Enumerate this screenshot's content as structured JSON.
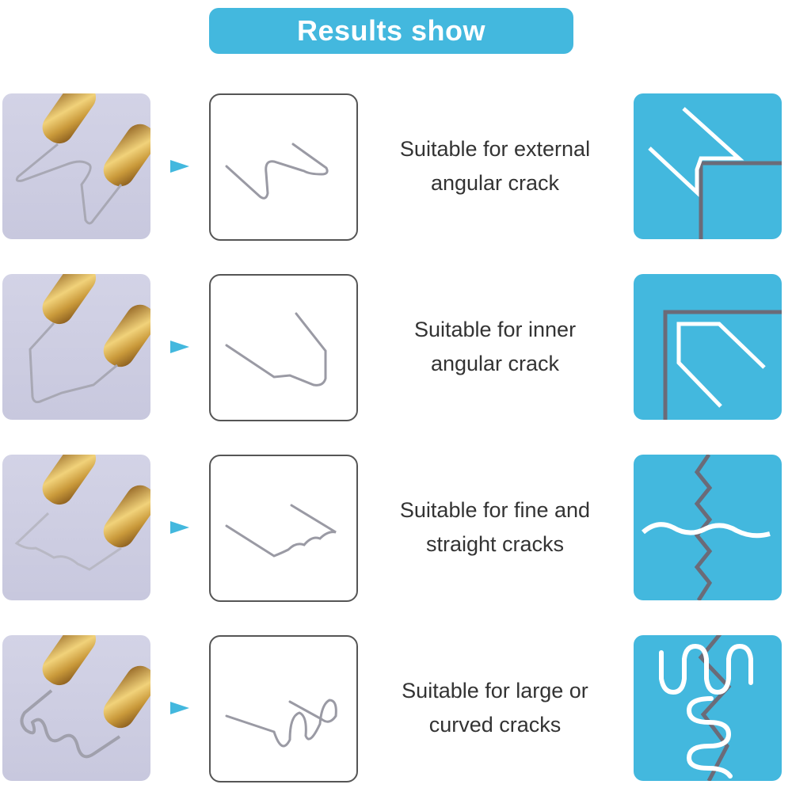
{
  "banner": {
    "title": "Results show",
    "color": "#43b8de"
  },
  "rows": [
    {
      "description_line1": "Suitable for external",
      "description_line2": "angular crack",
      "clip_type": "wave-clip",
      "crack_icon": "external-angular-crack-icon"
    },
    {
      "description_line1": "Suitable for inner",
      "description_line2": "angular crack",
      "clip_type": "v-clip",
      "crack_icon": "inner-angular-crack-icon"
    },
    {
      "description_line1": "Suitable for fine and",
      "description_line2": "straight cracks",
      "clip_type": "flat-wave-clip",
      "crack_icon": "straight-crack-icon"
    },
    {
      "description_line1": "Suitable for large or",
      "description_line2": "curved cracks",
      "clip_type": "s-wave-clip",
      "crack_icon": "curved-crack-icon"
    }
  ],
  "colors": {
    "accent": "#43b8de",
    "crack_line": "#6b6b78",
    "text": "#333333",
    "photo_bg": "#cfcfe3",
    "brass": "#c9993a"
  }
}
